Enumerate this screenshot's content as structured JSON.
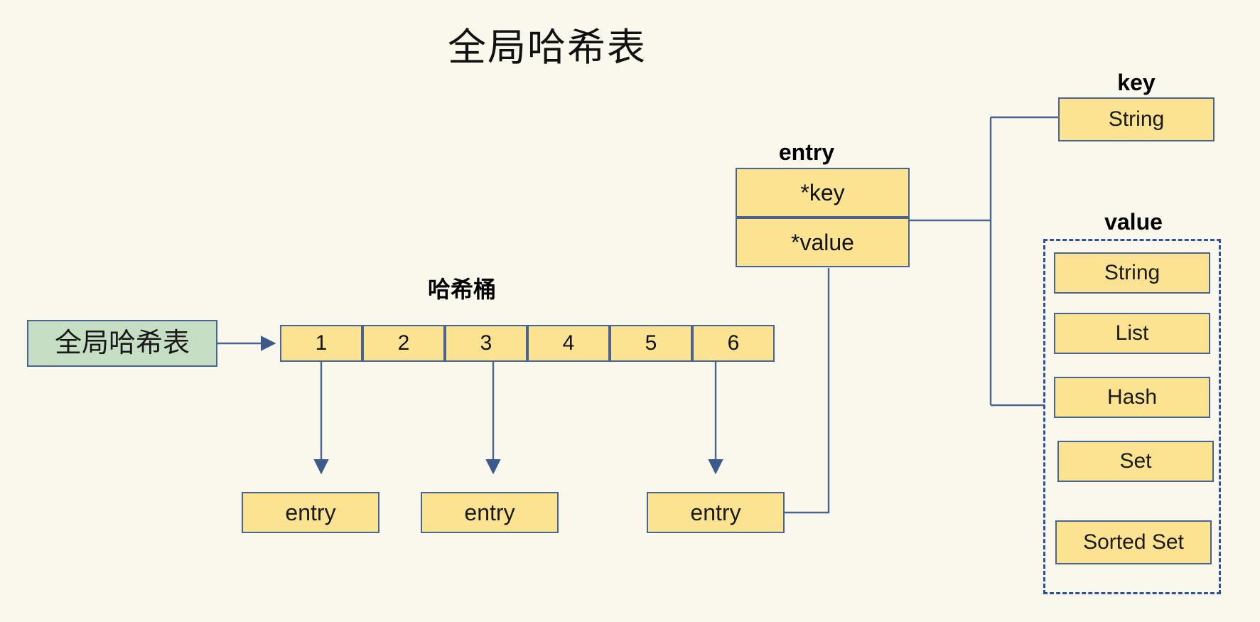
{
  "title": "全局哈希表",
  "colors": {
    "background": "#faf8ec",
    "box_fill": "#fce391",
    "box_border": "#4a6491",
    "green_fill": "#c6dec4",
    "dashed_border": "#2f52a0",
    "wire": "#4a6491"
  },
  "source": {
    "label": "全局哈希表"
  },
  "bucket": {
    "caption": "哈希桶",
    "cells": [
      "1",
      "2",
      "3",
      "4",
      "5",
      "6"
    ]
  },
  "entries": [
    {
      "label": "entry"
    },
    {
      "label": "entry"
    },
    {
      "label": "entry"
    }
  ],
  "entry_struct": {
    "caption": "entry",
    "fields": [
      {
        "label": "*key"
      },
      {
        "label": "*value"
      }
    ]
  },
  "key_group": {
    "caption": "key",
    "types": [
      "String"
    ]
  },
  "value_group": {
    "caption": "value",
    "types": [
      "String",
      "List",
      "Hash",
      "Set",
      "Sorted Set"
    ]
  }
}
